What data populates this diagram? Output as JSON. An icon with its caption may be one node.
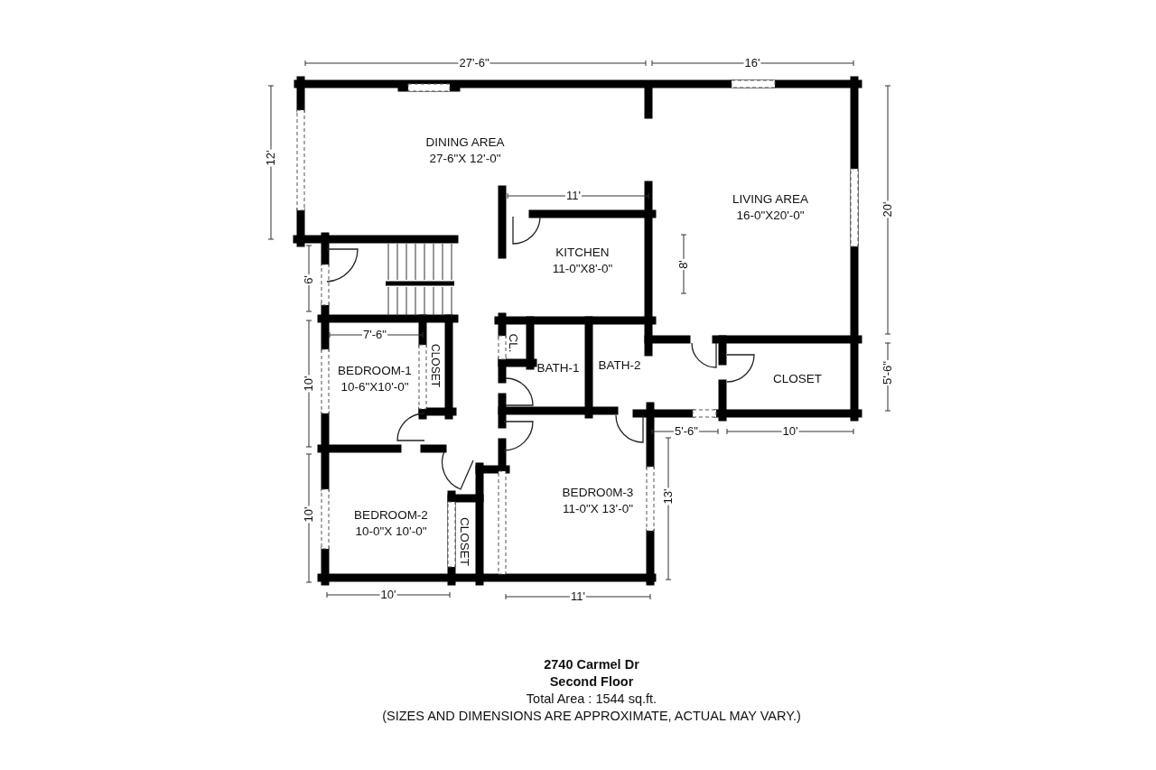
{
  "diagram": {
    "title": "2740 Carmel Dr",
    "caption": "(SIZES AND DIMENSIONS ARE APPROXIMATE, ACTUAL MAY VARY.)",
    "nodes": [
      {
        "text": [
          "DINING AREA",
          "27-6\"X 12'-0\""
        ]
      },
      {
        "text": [
          "LIVING AREA",
          "16-0\"X20'-0\""
        ]
      },
      {
        "text": [
          "KITCHEN",
          "11-0\"X8'-0\""
        ]
      },
      {
        "text": [
          "BEDROOM-1",
          "10-6\"X10'-0\""
        ]
      },
      {
        "text": [
          "CLOSET"
        ]
      },
      {
        "text": [
          "CL."
        ]
      },
      {
        "text": [
          "BATH-1"
        ]
      },
      {
        "text": [
          "BATH-2"
        ]
      },
      {
        "text": [
          "CLOSET"
        ]
      },
      {
        "text": [
          "BEDROOM-2",
          "10-0\"X 10'-0\""
        ]
      },
      {
        "text": [
          "CLOSET"
        ]
      },
      {
        "text": [
          "BEDRO0M-3",
          "11-0\"X 13'-0\""
        ]
      }
    ],
    "labels": [
      "27'-6\"",
      "16'",
      "12'",
      "20'",
      "11'",
      "8'",
      "6'",
      "7'-6\"",
      "10'",
      "5'-6\"",
      "5'-6\"",
      "10'",
      "13'",
      "10'",
      "10'",
      "11'",
      "Second Floor",
      "Total Area : 1544 sq.ft."
    ]
  }
}
